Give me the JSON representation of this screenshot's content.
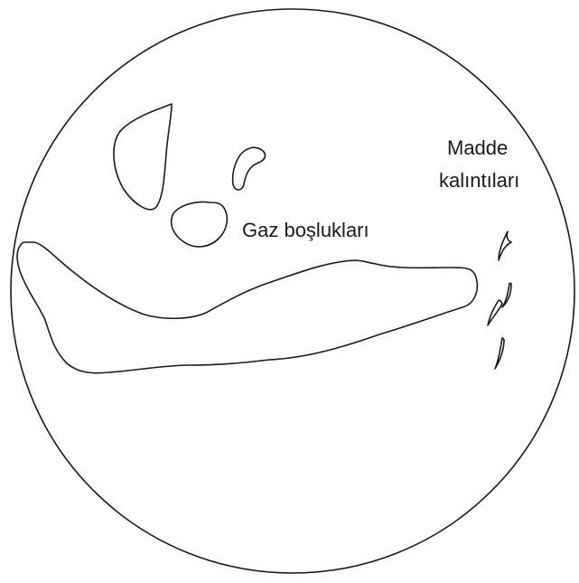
{
  "labels": {
    "gas_voids": "Gaz boşlukları",
    "residue_line1": "Madde",
    "residue_line2": "kalıntıları"
  },
  "colors": {
    "stroke": "#1a1a1a",
    "background": "#ffffff"
  }
}
